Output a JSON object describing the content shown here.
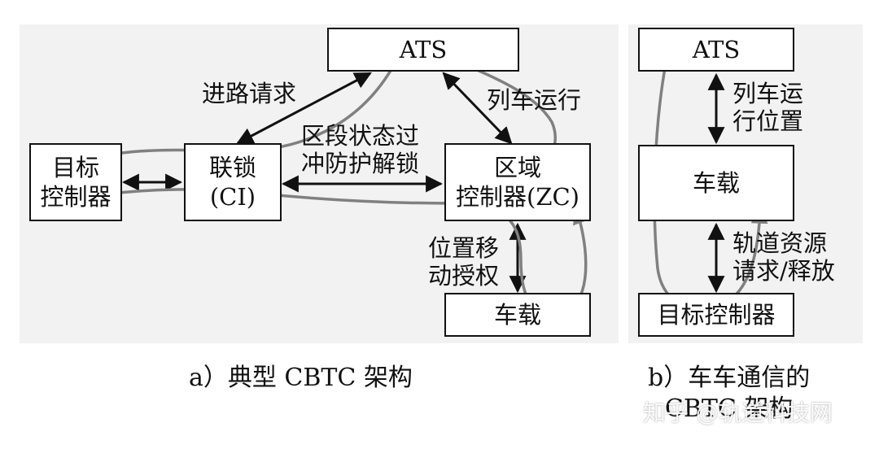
{
  "panel_a": {
    "ats": "ATS",
    "target_controller": "目标\n控制器",
    "interlock": "联锁\n(CI)",
    "zone_controller": "区域\n控制器(ZC)",
    "onboard": "车载",
    "label_route_request": "进路请求",
    "label_train_operation": "列车运行",
    "label_section_unlock": "区段状态过\n冲防护解锁",
    "label_movement_authority": "位置移\n动授权",
    "caption": "a）典型 CBTC 架构"
  },
  "panel_b": {
    "ats": "ATS",
    "onboard": "车载",
    "target_controller": "目标控制器",
    "label_train_position": "列车运\n行位置",
    "label_track_resource": "轨道资源\n请求/释放",
    "caption": "b）车车通信的\nCBTC 架构"
  },
  "watermark": "知乎 @轨道科技网",
  "colors": {
    "background": "#f2f2f2",
    "box_border": "#111111",
    "arrow": "#111111",
    "flow_curve": "#808080"
  }
}
